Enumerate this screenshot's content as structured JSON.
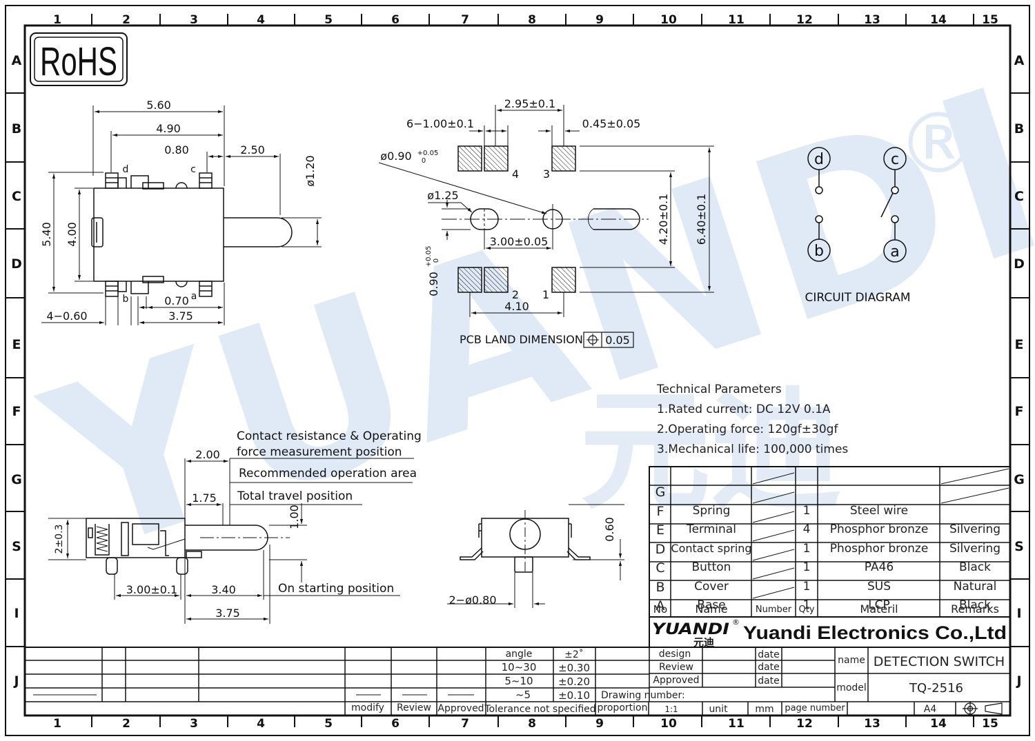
{
  "frame": {
    "cols": [
      "1",
      "2",
      "3",
      "4",
      "5",
      "6",
      "7",
      "8",
      "9",
      "10",
      "11",
      "12",
      "13",
      "14",
      "15"
    ],
    "rows": [
      "A",
      "B",
      "C",
      "D",
      "E",
      "F",
      "G",
      "S",
      "I",
      "J"
    ]
  },
  "rohs": "RoHS",
  "watermark": {
    "brand": "YUANDI",
    "reg": "®",
    "cn": "元迪"
  },
  "colors": {
    "ink": "#111111",
    "watermark": "#dfeaf6",
    "watermark_green": "#e6f3ea"
  },
  "top_view": {
    "dims": [
      "5.60",
      "4.90",
      "0.80",
      "2.50",
      "ø1.20",
      "5.40",
      "4.00",
      "4−0.60",
      "0.70",
      "3.75"
    ],
    "pins": [
      "d",
      "c",
      "b",
      "a"
    ]
  },
  "pcb": {
    "dims": [
      "2.95±0.1",
      "6−1.00±0.1",
      "0.45±0.05",
      "ø0.90",
      "+0.05",
      "0",
      "ø1.25",
      "3.00±0.05",
      "4.20±0.1",
      "6.40±0.1",
      "0.90",
      "+0.05",
      "0",
      "4.10"
    ],
    "pad_numbers": [
      "4",
      "3",
      "2",
      "1"
    ],
    "caption": "PCB  LAND  DIMENSION",
    "tolerance": "0.05"
  },
  "circuit": {
    "labels": [
      "d",
      "c",
      "b",
      "a"
    ],
    "caption": "CIRCUIT  DIAGRAM"
  },
  "side_view": {
    "dims": [
      "2.00",
      "1.75",
      "1.00",
      "2±0.3",
      "3.00±0.1",
      "3.40",
      "3.75"
    ],
    "notes": [
      "Contact  resistance  &  Operating",
      "force  measurement  position",
      "Recommended  operation  area",
      "Total  travel    position",
      "On  starting  position"
    ]
  },
  "front_view": {
    "dims": [
      "0.60",
      "2−ø0.80"
    ]
  },
  "tech": {
    "title": "Technical Parameters",
    "items": [
      "1.Rated current: DC 12V 0.1A",
      "2.Operating force: 120gf±30gf",
      "3.Mechanical life: 100,000 times"
    ]
  },
  "bom": {
    "rows": [
      {
        "id": "G",
        "name": "",
        "qty": "",
        "material": "",
        "remarks": ""
      },
      {
        "id": "F",
        "name": "Spring",
        "qty": "1",
        "material": "Steel wire",
        "remarks": ""
      },
      {
        "id": "E",
        "name": "Terminal",
        "qty": "4",
        "material": "Phosphor bronze",
        "remarks": "Silvering"
      },
      {
        "id": "D",
        "name": "Contact spring",
        "qty": "1",
        "material": "Phosphor bronze",
        "remarks": "Silvering"
      },
      {
        "id": "C",
        "name": "Button",
        "qty": "1",
        "material": "PA46",
        "remarks": "Black"
      },
      {
        "id": "B",
        "name": "Cover",
        "qty": "1",
        "material": "SUS",
        "remarks": "Natural"
      },
      {
        "id": "A",
        "name": "Base",
        "qty": "1",
        "material": "LCP",
        "remarks": "Black"
      }
    ],
    "header": {
      "no": "No",
      "name": "Name",
      "number": "Number",
      "qty": "Qty",
      "material": "Materil",
      "remarks": "Remarks"
    }
  },
  "company": {
    "logo": "YUANDI",
    "logo_cn": "元迪",
    "reg": "®",
    "name": "Yuandi Electronics Co.,Ltd"
  },
  "title_block": {
    "tolerance": [
      [
        "angle",
        "±2˚"
      ],
      [
        "10~30",
        "±0.30"
      ],
      [
        "5~10",
        "±0.20"
      ],
      [
        "~5",
        "±0.10"
      ]
    ],
    "tol_caption": "Tolerance not specified",
    "rev": [
      "modify",
      "Review",
      "Approved"
    ],
    "design": "design",
    "review": "Review",
    "approved": "Approved",
    "date": "date",
    "name_label": "name",
    "name_value": "DETECTION SWITCH",
    "model_label": "model",
    "model_value": "TQ-2516",
    "drawing_number": "Drawing number:",
    "proportion": "proportion",
    "scale": "1:1",
    "unit": "unit",
    "unit_value": "mm",
    "page_number": "page number",
    "size": "A4"
  }
}
